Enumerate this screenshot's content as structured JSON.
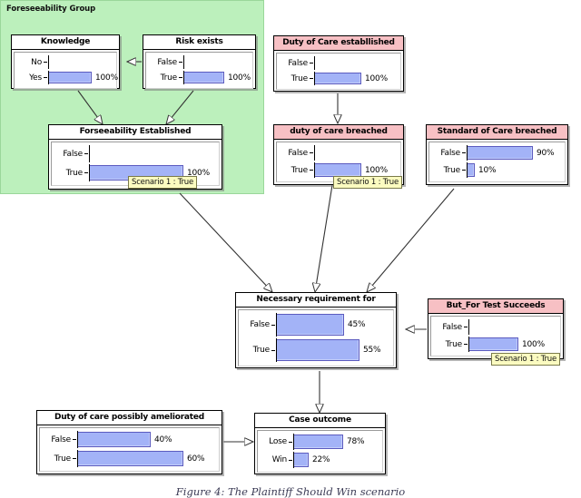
{
  "figure": {
    "caption": "Figure 4: The Plaintiff Should Win scenario"
  },
  "group": {
    "label": "Foreseeability Group",
    "color": "#BCF0BC"
  },
  "palette": {
    "bar_fill": "#A3B3F7",
    "bar_stroke": "#5B5BBF",
    "pink_header": "#F7C0C4",
    "scenario_bg": "#FBFBC0",
    "group_bg": "#BCF0BC"
  },
  "scenario_tags": [
    {
      "id": "foreseeability-established",
      "text": "Scenario 1 : True"
    },
    {
      "id": "duty-of-care-breached",
      "text": "Scenario 1 : True"
    },
    {
      "id": "but-for-test-succeeds",
      "text": "Scenario 1 : True"
    }
  ],
  "nodes": [
    {
      "id": "knowledge",
      "title": "Knowledge",
      "header": "white",
      "states": [
        {
          "label": "No",
          "value": "",
          "pct": 0
        },
        {
          "label": "Yes",
          "value": "100%",
          "pct": 100
        }
      ]
    },
    {
      "id": "risk-exists",
      "title": "Risk exists",
      "header": "white",
      "states": [
        {
          "label": "False",
          "value": "",
          "pct": 0
        },
        {
          "label": "True",
          "value": "100%",
          "pct": 100
        }
      ]
    },
    {
      "id": "duty-of-care-established",
      "title": "Duty of Care establlished",
      "header": "pink",
      "states": [
        {
          "label": "False",
          "value": "",
          "pct": 0
        },
        {
          "label": "True",
          "value": "100%",
          "pct": 100
        }
      ]
    },
    {
      "id": "foreseeability-established",
      "title": "Forseeability Established",
      "header": "white",
      "states": [
        {
          "label": "False",
          "value": "",
          "pct": 0
        },
        {
          "label": "True",
          "value": "100%",
          "pct": 100
        }
      ]
    },
    {
      "id": "duty-of-care-breached",
      "title": "duty of care breached",
      "header": "pink",
      "states": [
        {
          "label": "False",
          "value": "",
          "pct": 0
        },
        {
          "label": "True",
          "value": "100%",
          "pct": 100
        }
      ]
    },
    {
      "id": "standard-of-care-breached",
      "title": "Standard of Care breached",
      "header": "pink",
      "states": [
        {
          "label": "False",
          "value": "90%",
          "pct": 90
        },
        {
          "label": "True",
          "value": "10%",
          "pct": 10
        }
      ]
    },
    {
      "id": "necessary-requirement-for",
      "title": "Necessary requirement for",
      "header": "white",
      "states": [
        {
          "label": "False",
          "value": "45%",
          "pct": 45
        },
        {
          "label": "True",
          "value": "55%",
          "pct": 55
        }
      ]
    },
    {
      "id": "but-for-test-succeeds",
      "title": "But_For Test Succeeds",
      "header": "pink",
      "states": [
        {
          "label": "False",
          "value": "",
          "pct": 0
        },
        {
          "label": "True",
          "value": "100%",
          "pct": 100
        }
      ]
    },
    {
      "id": "duty-of-care-possibly-ameliorated",
      "title": "Duty of care possibly ameliorated",
      "header": "white",
      "states": [
        {
          "label": "False",
          "value": "40%",
          "pct": 40
        },
        {
          "label": "True",
          "value": "60%",
          "pct": 60
        }
      ]
    },
    {
      "id": "case-outcome",
      "title": "Case outcome",
      "header": "white",
      "states": [
        {
          "label": "Lose",
          "value": "78%",
          "pct": 78
        },
        {
          "label": "Win",
          "value": "22%",
          "pct": 22
        }
      ]
    }
  ],
  "edges": [
    {
      "from": "risk-exists",
      "to": "knowledge"
    },
    {
      "from": "knowledge",
      "to": "foreseeability-established"
    },
    {
      "from": "risk-exists",
      "to": "foreseeability-established"
    },
    {
      "from": "duty-of-care-established",
      "to": "duty-of-care-breached"
    },
    {
      "from": "foreseeability-established",
      "to": "necessary-requirement-for"
    },
    {
      "from": "duty-of-care-breached",
      "to": "necessary-requirement-for"
    },
    {
      "from": "standard-of-care-breached",
      "to": "necessary-requirement-for"
    },
    {
      "from": "but-for-test-succeeds",
      "to": "necessary-requirement-for"
    },
    {
      "from": "necessary-requirement-for",
      "to": "case-outcome"
    },
    {
      "from": "duty-of-care-possibly-ameliorated",
      "to": "case-outcome"
    }
  ]
}
